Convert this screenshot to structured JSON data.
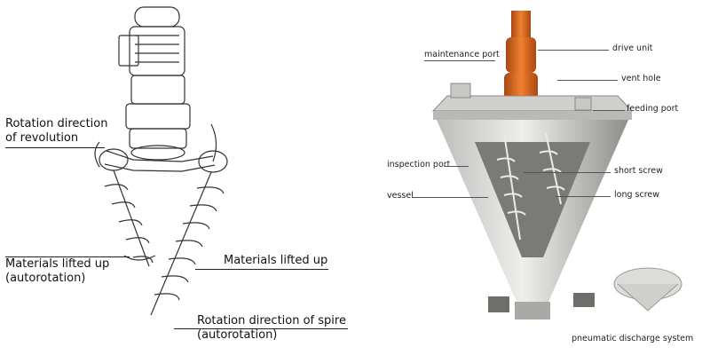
{
  "left_diagram": {
    "labels": {
      "rotation_revolution": [
        "Rotation direction",
        "of revolution"
      ],
      "materials_lifted_left": [
        "Materials lifted up",
        "(autorotation)"
      ],
      "materials_lifted_right": "Materials lifted up",
      "rotation_spire": [
        "Rotation direction of spire",
        "(autorotation)"
      ]
    }
  },
  "right_diagram": {
    "labels": {
      "maintenance_port": "maintenance port",
      "drive_unit": "drive unit",
      "vent_hole": "vent hole",
      "feeding_port": "feeding port",
      "inspection_port": "inspection port",
      "short_screw": "short screw",
      "vessel": "vessel",
      "long_screw": "long screw",
      "pneumatic_discharge_system": "pneumatic discharge system"
    }
  },
  "colors": {
    "line_art": "#333333",
    "drive_orange": "#d9661f",
    "steel_light": "#d8d8d6",
    "steel_dark": "#8e8e8a"
  }
}
